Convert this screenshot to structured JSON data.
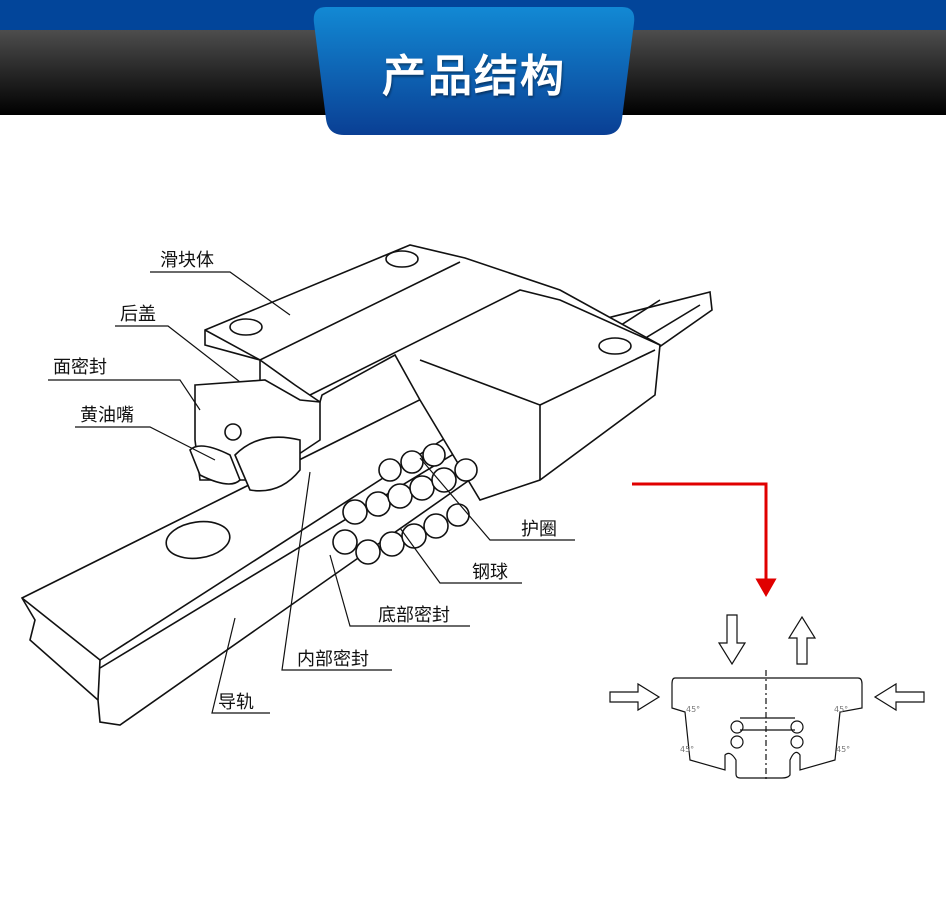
{
  "header": {
    "title": "产品结构"
  },
  "labels": {
    "slider_body": "滑块体",
    "rear_cover": "后盖",
    "face_seal": "面密封",
    "grease_nipple": "黄油嘴",
    "retainer": "护圈",
    "steel_ball": "钢球",
    "bottom_seal": "底部密封",
    "inner_seal": "内部密封",
    "rail": "导轨"
  },
  "load_diagram": {
    "angle_label": "45°"
  },
  "colors": {
    "header_blue": "#02459a",
    "tab_top": "#1289d4",
    "tab_bottom": "#0a3f94",
    "arrow_red": "#e00000"
  }
}
